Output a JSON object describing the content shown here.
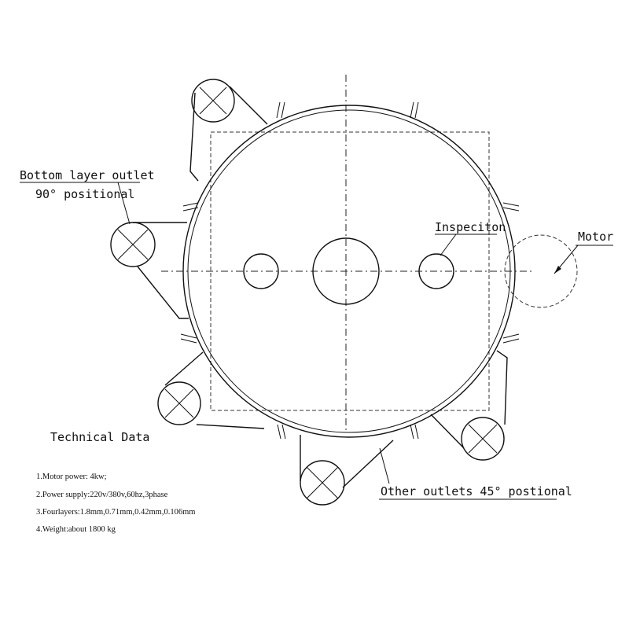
{
  "labels": {
    "bottom_outlet_line1": "Bottom layer outlet",
    "bottom_outlet_line2": "90° positional",
    "inspection": "Inspeciton",
    "motor": "Motor",
    "other_outlets": "Other outlets 45° postional"
  },
  "technical_data": {
    "title": "Technical Data",
    "items": [
      "1.Motor power: 4kw;",
      "2.Power supply:220v/380v,60hz,3phase",
      "3.Fourlayers:1.8mm,0.71mm,0.42mm,0.106mm",
      "4.Weight:about 1800 kg"
    ]
  },
  "colors": {
    "line": "#111111",
    "background": "#ffffff"
  }
}
